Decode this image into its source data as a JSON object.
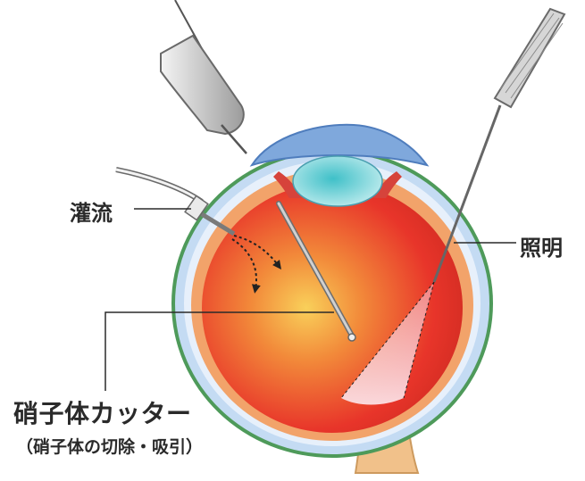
{
  "labels": {
    "irrigation": "灌流",
    "illumination": "照明",
    "vitreous_cutter": "硝子体カッター",
    "vitreous_cutter_sub": "（硝子体の切除・吸引）"
  },
  "colors": {
    "sclera_green": "#4e9a5a",
    "sclera_blue": "#b9d3ee",
    "cornea": "#7fa8dc",
    "lens": "#9fdde3",
    "choroid_orange": "#f2a36a",
    "retina_red": "#e8352a",
    "macula_yellow": "#f7d45a",
    "light_cone": "#f4a9b4",
    "optic_nerve": "#f1c18a",
    "instrument_gray": "#cfcfcf"
  },
  "icons": {
    "cannula": "irrigation-cannula-icon",
    "probe": "ultrasound-probe-icon",
    "light_pipe": "light-pipe-icon",
    "cutter": "vitreous-cutter-icon"
  }
}
